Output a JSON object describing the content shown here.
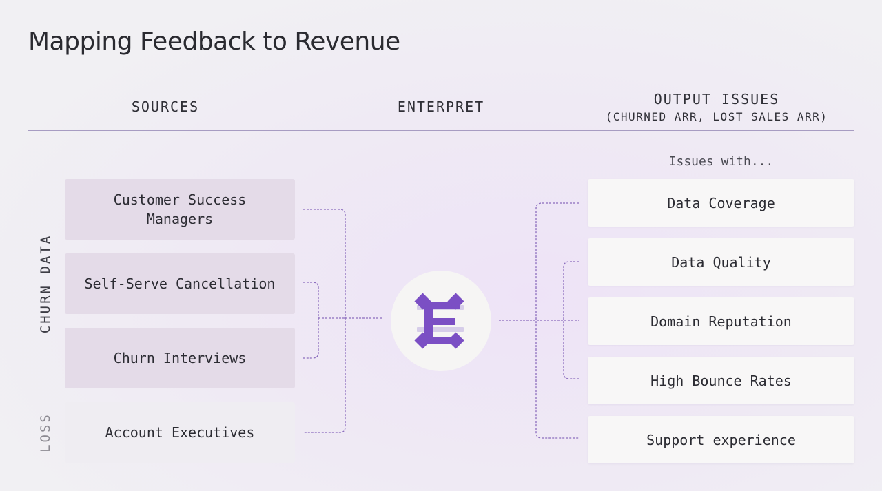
{
  "title": "Mapping Feedback to Revenue",
  "headers": {
    "sources": "SOURCES",
    "enterpret": "ENTERPRET",
    "output": "OUTPUT ISSUES",
    "output_sub": "(CHURNED ARR, LOST SALES ARR)"
  },
  "side_labels": {
    "churn": "CHURN DATA",
    "loss": "LOSS"
  },
  "sources": [
    {
      "label": "Customer Success Managers",
      "group": "churn"
    },
    {
      "label": "Self-Serve Cancellation",
      "group": "churn"
    },
    {
      "label": "Churn Interviews",
      "group": "churn"
    },
    {
      "label": "Account Executives",
      "group": "loss"
    }
  ],
  "issues_label": "Issues with...",
  "outputs": [
    {
      "label": "Data Coverage"
    },
    {
      "label": "Data Quality"
    },
    {
      "label": "Domain Reputation"
    },
    {
      "label": "High Bounce Rates"
    },
    {
      "label": "Support experience"
    }
  ],
  "colors": {
    "accent": "#7b4fc4",
    "connector": "#8a6bbd",
    "churn_box": "#e4dbe8",
    "loss_box": "#efedf2",
    "output_box": "#f8f7f7"
  },
  "logo_icon": "enterpret-logo-icon"
}
